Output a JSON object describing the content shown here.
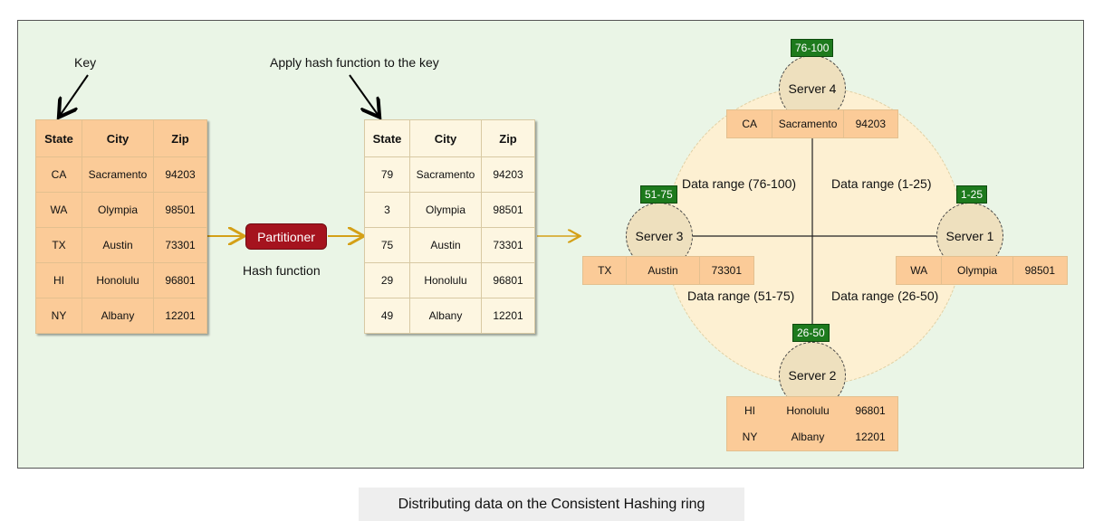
{
  "labels": {
    "key": "Key",
    "apply_hash": "Apply hash function to the key",
    "hash_function": "Hash function",
    "partitioner": "Partitioner",
    "caption": "Distributing data on the Consistent Hashing ring"
  },
  "input_table": {
    "headers": [
      "State",
      "City",
      "Zip"
    ],
    "rows": [
      [
        "CA",
        "Sacramento",
        "94203"
      ],
      [
        "WA",
        "Olympia",
        "98501"
      ],
      [
        "TX",
        "Austin",
        "73301"
      ],
      [
        "HI",
        "Honolulu",
        "96801"
      ],
      [
        "NY",
        "Albany",
        "12201"
      ]
    ]
  },
  "hashed_table": {
    "headers": [
      "State",
      "City",
      "Zip"
    ],
    "rows": [
      [
        "79",
        "Sacramento",
        "94203"
      ],
      [
        "3",
        "Olympia",
        "98501"
      ],
      [
        "75",
        "Austin",
        "73301"
      ],
      [
        "29",
        "Honolulu",
        "96801"
      ],
      [
        "49",
        "Albany",
        "12201"
      ]
    ]
  },
  "servers": {
    "s4": {
      "name": "Server 4",
      "range": "76-100"
    },
    "s1": {
      "name": "Server 1",
      "range": "1-25"
    },
    "s2": {
      "name": "Server 2",
      "range": "26-50"
    },
    "s3": {
      "name": "Server 3",
      "range": "51-75"
    }
  },
  "quadrants": {
    "top_left": "Data range (76-100)",
    "top_right": "Data range (1-25)",
    "bottom_left": "Data range (51-75)",
    "bottom_right": "Data range (26-50)"
  },
  "server_data": {
    "s4": [
      [
        "CA",
        "Sacramento",
        "94203"
      ]
    ],
    "s3": [
      [
        "TX",
        "Austin",
        "73301"
      ]
    ],
    "s1": [
      [
        "WA",
        "Olympia",
        "98501"
      ]
    ],
    "s2": [
      [
        "HI",
        "Honolulu",
        "96801"
      ],
      [
        "NY",
        "Albany",
        "12201"
      ]
    ]
  },
  "colors": {
    "canvas": "#eaf5e6",
    "row_fill": "#fbcb98",
    "hashed_fill": "#fdf6e1",
    "partitioner": "#a5131e",
    "badge": "#1d7a1d",
    "ring": "#fdf0d2",
    "arrow": "#d4a017"
  }
}
